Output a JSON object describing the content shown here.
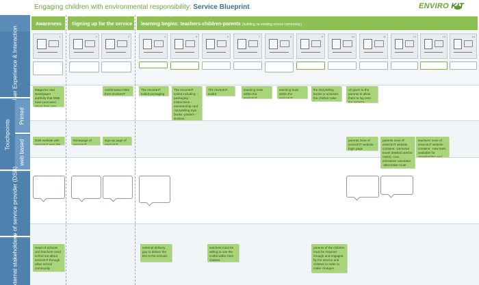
{
  "title": {
    "lead": "Engaging children with environmental responsibility:",
    "strong": "Service Blueprint"
  },
  "logo": {
    "part_a": "ENVIRO",
    "part_b": "KIT"
  },
  "rows": {
    "user": "User Experience & Interaction",
    "touchpoints": "Touchpoints",
    "printed": "Printed",
    "web": "web based",
    "provider": "role of service provider (DSB)",
    "stakeholders": "external stakeholders"
  },
  "stages": {
    "awareness": "Awareness",
    "signing": "Signing up for the service",
    "learning": "learning begins: teachers-children-parents",
    "learning_note": "(building on existing school community)"
  },
  "sketch_numbers": [
    "1",
    "2",
    "3",
    "4",
    "5",
    "6",
    "7",
    "8",
    "9",
    "10",
    "11",
    "12",
    "13",
    "14"
  ],
  "printed_notes": [
    "Magazine and Newspaper publicity that DSB have promoted about their new service",
    "confirmation letter from enviroKIT",
    "The enviroKIT toolkit packaging",
    "The enviroKIT toolkit including: -packaging -instructions -membership card -storytelling toys -books -posters -stickers",
    "The enviroKIT toolkit",
    "teaching tools within the enviroKIT",
    "teaching tools within the enviroKIT",
    "the storytelling books or activities the children take home",
    "url given to the parents to allow them to log onto the website"
  ],
  "web_notes": [
    "DSB website with enviroKIT web link",
    "homepage of enviroKIT website",
    "sign-up page of enviroKIT website",
    "parents zone of enviroKIT website: login page",
    "parents zone of enviroKIT website contains: -personal travel (MeBo/cotecho notes) -cost emissions calculator -alternative route planner",
    "teachers' zone of enviroKIT website contains: -new tools available for downloading and printing"
  ],
  "stakeholder_notes": [
    "Head of schools and teachers need to find out about enviroKIT through other school community",
    "external delivery guy to deliver the kits to the schools",
    "teachers must be willing to use the toolkit within their classes",
    "parents of the children must be inspired enough and engaged by the service and children in order to make changes"
  ]
}
